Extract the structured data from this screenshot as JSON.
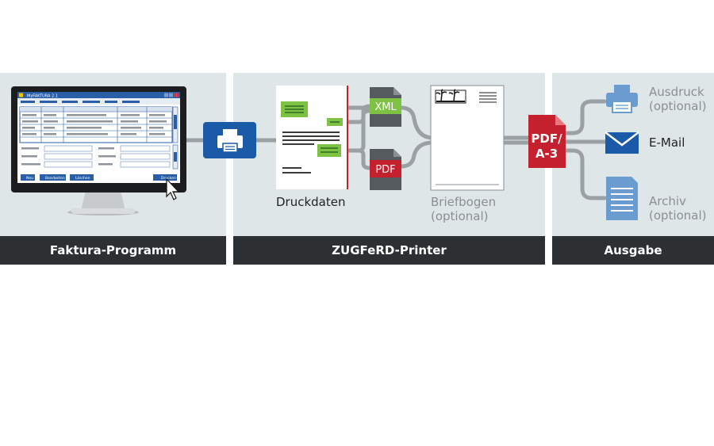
{
  "window": {
    "title": "MyFAKTURA 2.1",
    "buttons": [
      "Neu",
      "Bearbeiten",
      "Löschen",
      "Drucken"
    ]
  },
  "sections": {
    "faktura": "Faktura-Programm",
    "printer": "ZUGFeRD-Printer",
    "output": "Ausgabe"
  },
  "labels": {
    "druckdaten": "Druckdaten",
    "briefbogen_line1": "Briefbogen",
    "briefbogen_line2": "(optional)",
    "xml": "XML",
    "pdf": "PDF",
    "pdfa_line1": "PDF/",
    "pdfa_line2": "A-3",
    "ausdruck_line1": "Ausdruck",
    "ausdruck_line2": "(optional)",
    "email": "E-Mail",
    "archiv_line1": "Archiv",
    "archiv_line2": "(optional)"
  },
  "colors": {
    "blue": "#1a5aa6",
    "light_blue": "#6a9ccf",
    "green": "#7dc242",
    "red": "#c4202d",
    "dark_grey": "#555a5e",
    "connector": "#9aa0a4",
    "panel": "#dfe6e8",
    "footer": "#2d3033"
  }
}
